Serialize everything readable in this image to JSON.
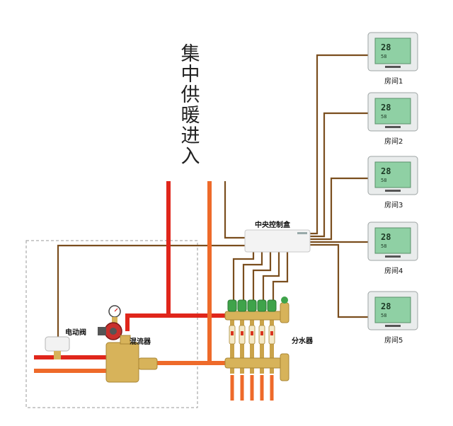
{
  "title": "集中供暖进入",
  "labels": {
    "control_box": "中央控制盒",
    "valve": "电动阀",
    "mixer": "混流器",
    "manifold": "分水器"
  },
  "rooms": [
    {
      "label": "房间1",
      "temp": "28",
      "humidity": "58"
    },
    {
      "label": "房间2",
      "temp": "28",
      "humidity": "58"
    },
    {
      "label": "房间3",
      "temp": "28",
      "humidity": "58"
    },
    {
      "label": "房间4",
      "temp": "28",
      "humidity": "58"
    },
    {
      "label": "房间5",
      "temp": "28",
      "humidity": "58"
    }
  ],
  "colors": {
    "hot_pipe": "#e0261b",
    "return_pipe": "#ee6a2a",
    "wire": "#7a4e1e",
    "brass": "#d7b35a",
    "green_valve": "#3fa34a",
    "thermostat_body": "#e9ecec",
    "lcd": "#8fd0a4"
  }
}
